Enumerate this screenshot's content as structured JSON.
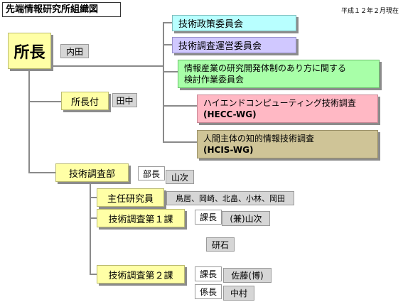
{
  "header": {
    "title": "先端情報研究所組織図",
    "date": "平成１２年２月現在"
  },
  "director": {
    "label": "所長",
    "name": "内田"
  },
  "committees": [
    {
      "line1": "技術政策委員会",
      "line2": ""
    },
    {
      "line1": "技術調査運営委員会",
      "line2": ""
    },
    {
      "line1": "情報産業の研究開発体制のあり方に関する",
      "line2": "検討作業委員会"
    },
    {
      "line1": "ハイエンドコンピューティング技術調査",
      "line2": "(HECC-WG)"
    },
    {
      "line1": "人間主体の知的情報技術調査",
      "line2": "(HCIS-WG)"
    }
  ],
  "attache": {
    "label": "所長付",
    "name": "田中"
  },
  "department": {
    "label": "技術調査部",
    "role": "部長",
    "name": "山次"
  },
  "chief_researcher": {
    "label": "主任研究員",
    "names": "鳥居、岡崎、北畠、小林、岡田"
  },
  "section1": {
    "label": "技術調査第１課",
    "role": "課長",
    "name": "(兼)山次",
    "staff": "研石"
  },
  "section2": {
    "label": "技術調査第２課",
    "role1": "課長",
    "name1": "佐藤(博)",
    "role2": "係長",
    "name2": "中村"
  }
}
